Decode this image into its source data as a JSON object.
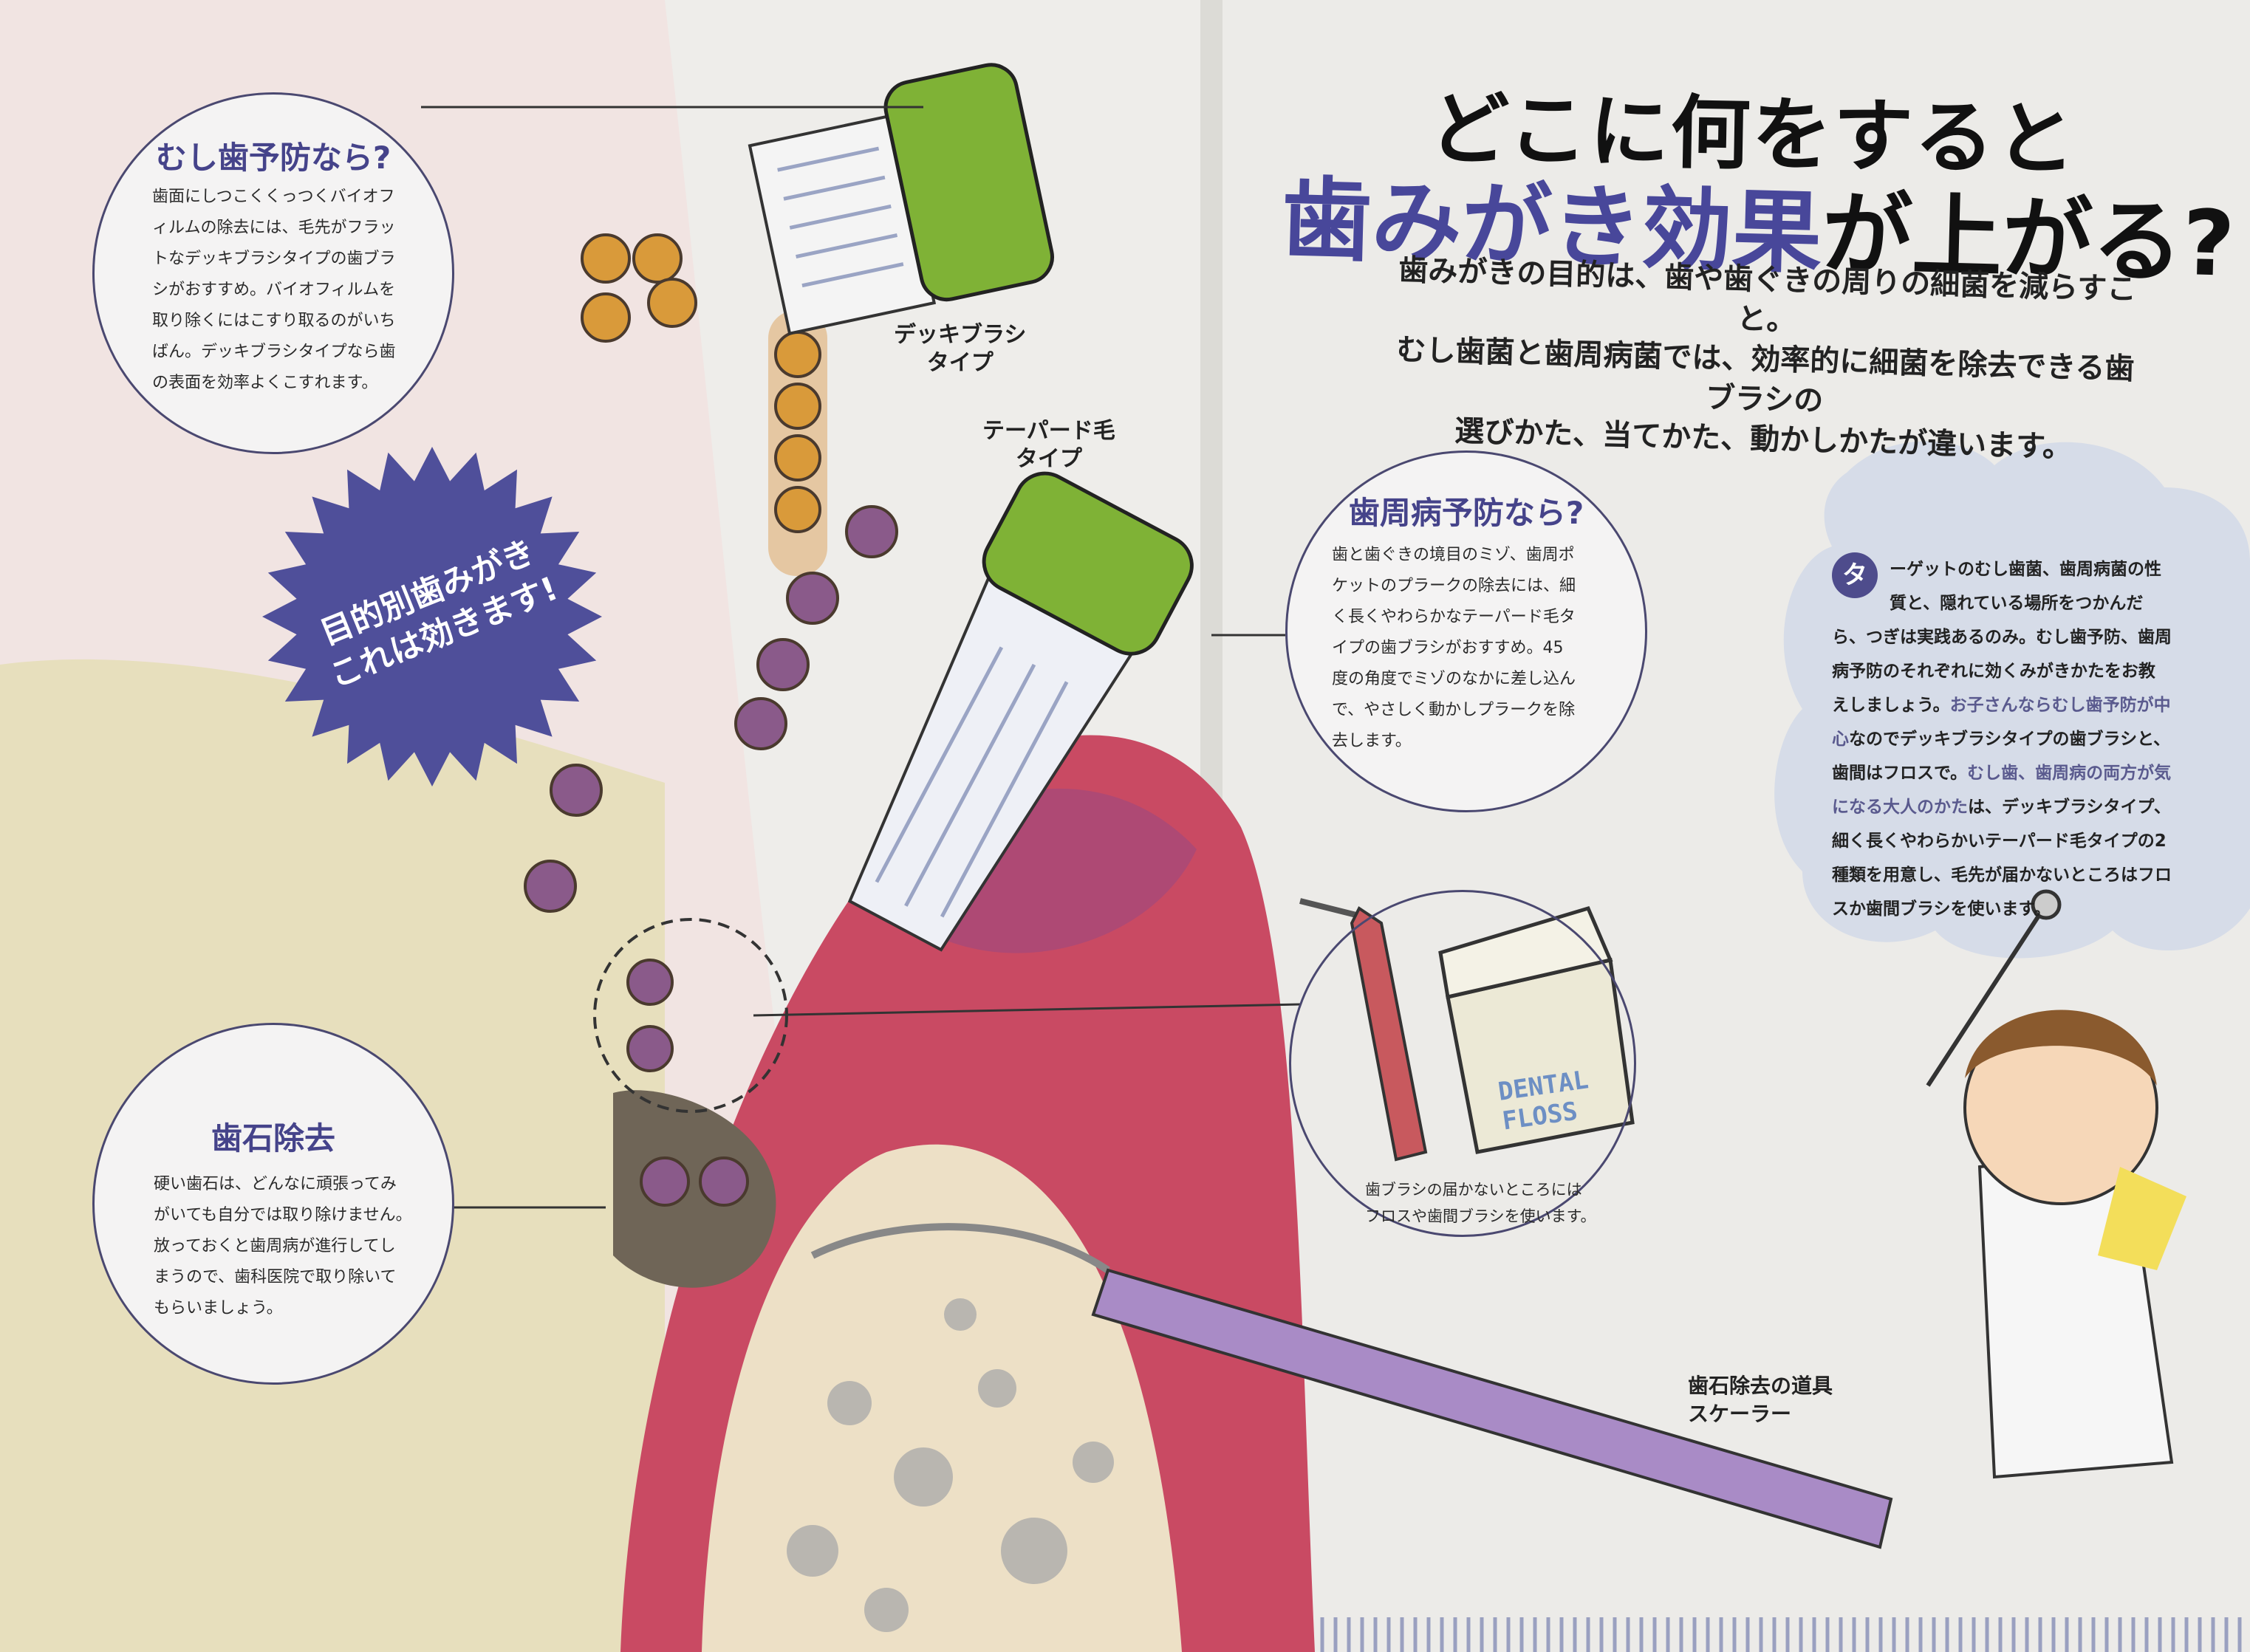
{
  "header": {
    "title_line1": "どこに何をすると",
    "title_line2_accent": "歯みがき効果",
    "title_line2_rest": "が上がる?",
    "subtitle": "歯みがきの目的は、歯や歯ぐきの周りの細菌を減らすこと。\nむし歯菌と歯周病菌では、効率的に細菌を除去できる歯ブラシの\n選びかた、当てかた、動かしかたが違います。"
  },
  "badge": {
    "text": "目的別歯みがき\nこれは効きます!"
  },
  "sections": {
    "cavity": {
      "title": "むし歯予防なら?",
      "body": "歯面にしつこくくっつくバイオフ\nィルムの除去には、毛先がフラッ\nトなデッキブラシタイプの歯ブラ\nシがおすすめ。バイオフィルムを\n取り除くにはこすり取るのがいち\nばん。デッキブラシタイプなら歯\nの表面を効率よくこすれます。"
    },
    "periodontal": {
      "title": "歯周病予防なら?",
      "body": "歯と歯ぐきの境目のミゾ、歯周ポ\nケットのプラークの除去には、細\nく長くやわらかなテーパード毛タ\nイプの歯ブラシがおすすめ。45\n度の角度でミゾのなかに差し込ん\nで、やさしく動かしプラークを除\n去します。"
    },
    "floss": {
      "caption": "歯ブラシの届かないところには\nフロスや歯間ブラシを使います。",
      "floss_box_text": "DENTAL\nFLOSS"
    },
    "tartar": {
      "title": "歯石除去",
      "body": "硬い歯石は、どんなに頑張ってみ\nがいても自分では取り除けません。\n放っておくと歯周病が進行してし\nまうので、歯科医院で取り除いて\nもらいましょう。"
    }
  },
  "labels": {
    "deck_brush": "デッキブラシ\nタイプ",
    "tapered_brush": "テーパード毛\nタイプ",
    "scaler": "歯石除去の道具\nスケーラー"
  },
  "intro": {
    "dropcap": "タ",
    "text_1": "ーゲットのむし歯菌、歯周病菌の性質と、隠れている場所をつかんだら、つぎは実践あるのみ。むし歯予防、歯周病予防のそれぞれに効くみがきかたをお教えしましょう。",
    "highlight_1": "お子さんならむし歯予防が中心",
    "text_2": "なのでデッキブラシタイプの歯ブラシと、歯間はフロスで。",
    "highlight_2": "むし歯、歯周病の両方が気になる大人のかた",
    "text_3": "は、デッキブラシタイプ、細く長くやわらかいテーパード毛タイプの2種類を用意し、毛先が届かないところはフロスか歯間ブラシを使います。"
  },
  "colors": {
    "accent": "#48479a",
    "brush_green": "#7fb236",
    "gum": "#c94a63",
    "cloud": "#d6dce8"
  }
}
